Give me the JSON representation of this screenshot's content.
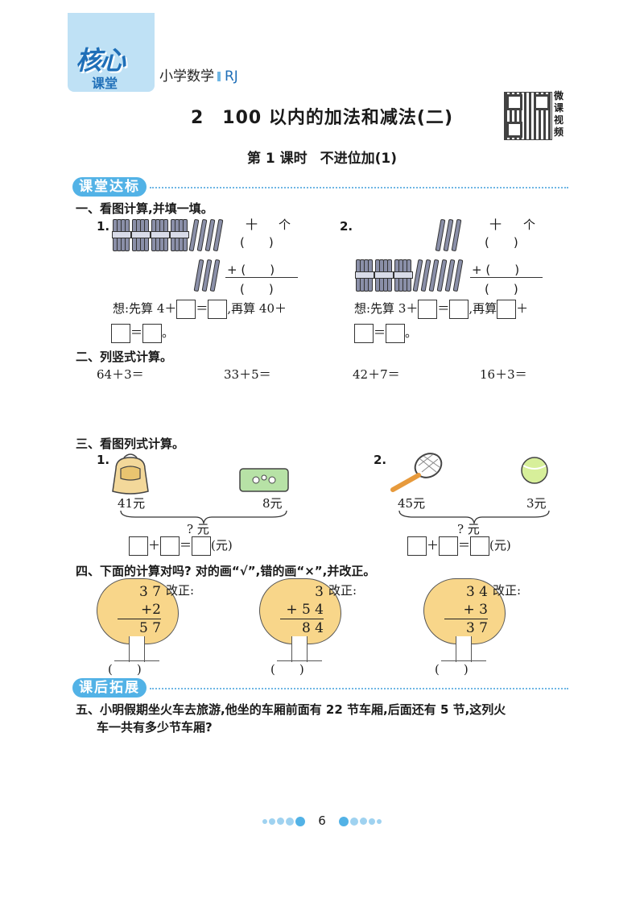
{
  "header": {
    "logo_main": "核心",
    "logo_sub": "课堂",
    "series": "小学数学",
    "series_tag": "RJ",
    "qr_label": [
      "微",
      "课",
      "视",
      "频"
    ]
  },
  "unit_title": "2　100 以内的加法和减法(二)",
  "lesson": {
    "number": "第 1 课时",
    "name": "不进位加(1)"
  },
  "sections": {
    "class_practice": "课堂达标",
    "after_class": "课后拓展"
  },
  "q1": {
    "heading": "一、看图计算,并填一填。",
    "p1": {
      "num": "1.",
      "tens": "十",
      "ones": "个",
      "think_a": "想:先算 4＋",
      "think_b": "＝",
      "think_c": ",再算 40＋",
      "think_d": "＝",
      "think_e": "。"
    },
    "p2": {
      "num": "2.",
      "tens": "十",
      "ones": "个",
      "think_a": "想:先算 3＋",
      "think_b": "＝",
      "think_c": ",再算",
      "think_d": "＋",
      "think_e": "＝",
      "think_f": "。"
    },
    "paren": "(　　)",
    "plus_paren": "+ (　　)"
  },
  "q2": {
    "heading": "二、列竖式计算。",
    "items": [
      "64＋3＝",
      "33＋5＝",
      "42＋7＝",
      "16＋3＝"
    ]
  },
  "q3": {
    "heading": "三、看图列式计算。",
    "p1": {
      "num": "1.",
      "left_price": "41元",
      "right_price": "8元",
      "total": "? 元",
      "plus": "＋",
      "eq": "＝",
      "unit": "(元)"
    },
    "p2": {
      "num": "2.",
      "left_price": "45元",
      "right_price": "3元",
      "total": "? 元",
      "plus": "＋",
      "eq": "＝",
      "unit": "(元)"
    }
  },
  "q4": {
    "heading": "四、下面的计算对吗? 对的画“√”,错的画“×”,并改正。",
    "correct_label": "改正:",
    "trees": [
      {
        "a": "3 7",
        "b": "+2",
        "r": "5 7"
      },
      {
        "a": "3",
        "b": "+ 5 4",
        "r": "8 4"
      },
      {
        "a": "3 4",
        "b": "+ 3",
        "r": "3 7"
      }
    ],
    "answer_paren": "(　　)"
  },
  "q5": {
    "line1": "五、小明假期坐火车去旅游,他坐的车厢前面有 22 节车厢,后面还有 5 节,这列火",
    "line2": "车一共有多少节车厢?"
  },
  "page_number": "6"
}
